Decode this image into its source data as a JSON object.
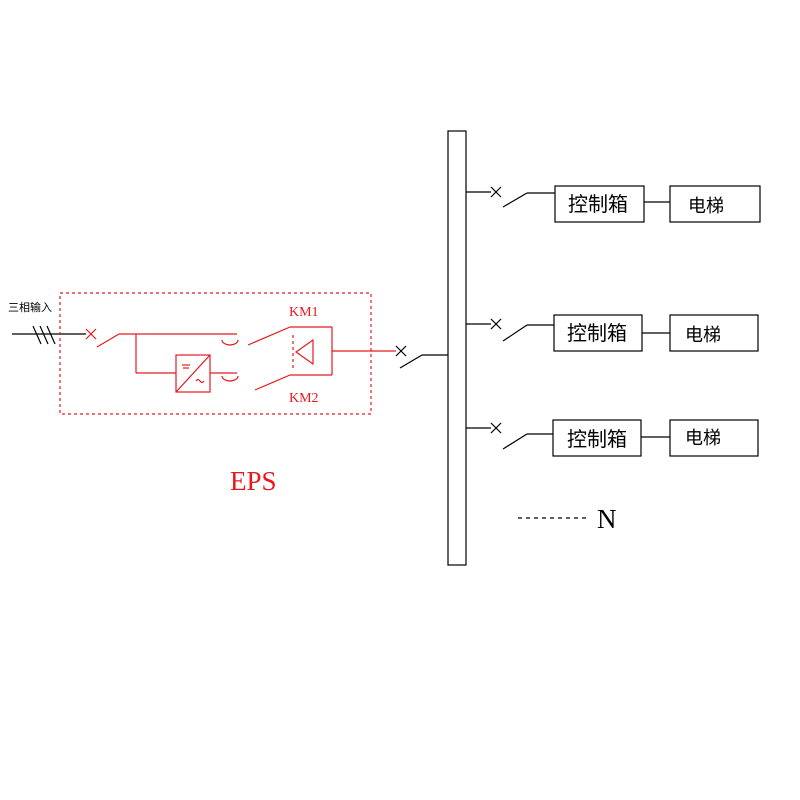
{
  "input": {
    "label": "三相输入"
  },
  "eps": {
    "label": "EPS",
    "contactors": {
      "km1": "KM1",
      "km2": "KM2"
    }
  },
  "branches": [
    {
      "control": "控制箱",
      "load": "电梯"
    },
    {
      "control": "控制箱",
      "load": "电梯"
    },
    {
      "control": "控制箱",
      "load": "电梯"
    }
  ],
  "legend": {
    "neutral": "N"
  },
  "colors": {
    "eps": "#e6191e",
    "line": "#000000"
  }
}
